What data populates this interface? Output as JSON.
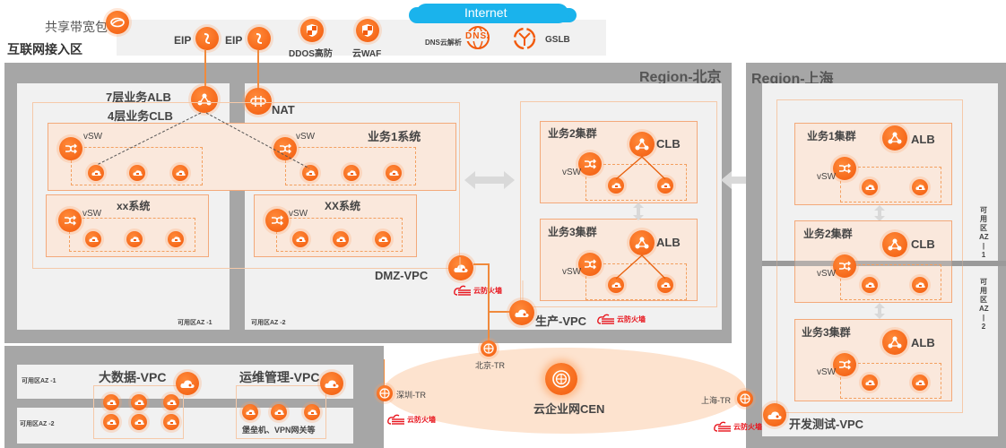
{
  "internet": {
    "shared_bandwidth": "共享带宽包",
    "zone_label": "互联网接入区",
    "cloud_label": "Internet",
    "eip1": "EIP",
    "eip2": "EIP",
    "ddos": "DDOS高防",
    "waf": "云WAF",
    "dns": "DNS云解析",
    "dns_glyph": "DNS",
    "gslb": "GSLB"
  },
  "beijing": {
    "region_label": "Region-北京",
    "alb7": "7层业务ALB",
    "clb4": "4层业务CLB",
    "nat": "NAT",
    "vsw": "vSW",
    "system1": "业务1系统",
    "xx_lower": "xx系统",
    "xx_upper": "XX系统",
    "az1": "可用区AZ -1",
    "az2": "可用区AZ -2",
    "dmz_vpc": "DMZ-VPC",
    "prod_vpc": "生产-VPC",
    "firewall": "云防火墙",
    "cluster2": "业务2集群",
    "cluster2_lb": "CLB",
    "cluster3": "业务3集群",
    "cluster3_lb": "ALB"
  },
  "shanghai": {
    "region_label": "Region-上海",
    "cluster1": "业务1集群",
    "cluster1_lb": "ALB",
    "cluster2": "业务2集群",
    "cluster2_lb": "CLB",
    "cluster3": "业务3集群",
    "cluster3_lb": "ALB",
    "vsw": "vSW",
    "az1_vertical": "可用区AZ—1",
    "az2_vertical": "可用区AZ—2",
    "dev_vpc": "开发测试-VPC"
  },
  "shenzhen": {
    "az1": "可用区AZ -1",
    "az2": "可用区AZ -2",
    "bigdata_vpc": "大数据-VPC",
    "ops_vpc": "运维管理-VPC",
    "ops_note": "堡垒机、VPN网关等"
  },
  "cen": {
    "label": "云企业网CEN",
    "tr_beijing": "北京-TR",
    "tr_shenzhen": "深圳-TR",
    "tr_shanghai": "上海-TR",
    "firewall": "云防火墙"
  },
  "colors": {
    "accent": "#f25a0c",
    "region_gray": "#a6a6a6",
    "panel": "#f1f1f1",
    "cluster_fill": "#fae8dc",
    "cen_fill": "#fde3cf",
    "internet_blue": "#1ab3ec",
    "firewall_red": "#e8141c"
  }
}
